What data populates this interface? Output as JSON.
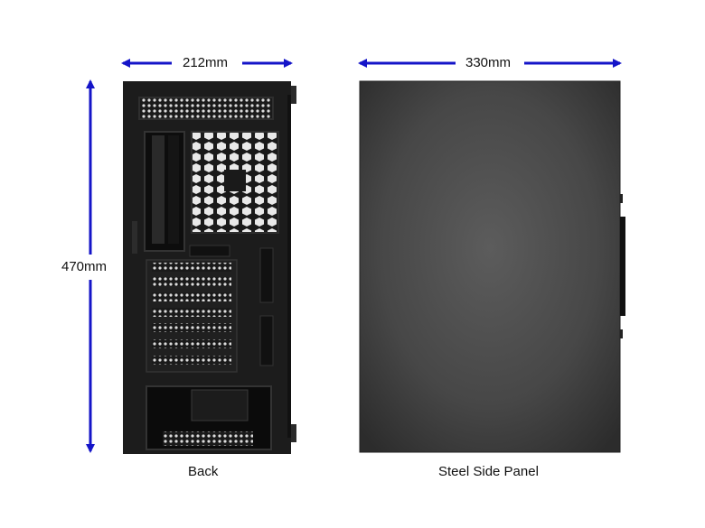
{
  "dimensions": {
    "width_back": "212mm",
    "width_side": "330mm",
    "height": "470mm"
  },
  "captions": {
    "back": "Back",
    "side": "Steel Side Panel"
  },
  "colors": {
    "arrow": "#1414c8",
    "chassis": "#1c1c1c",
    "panel": "#4a4a4a"
  }
}
